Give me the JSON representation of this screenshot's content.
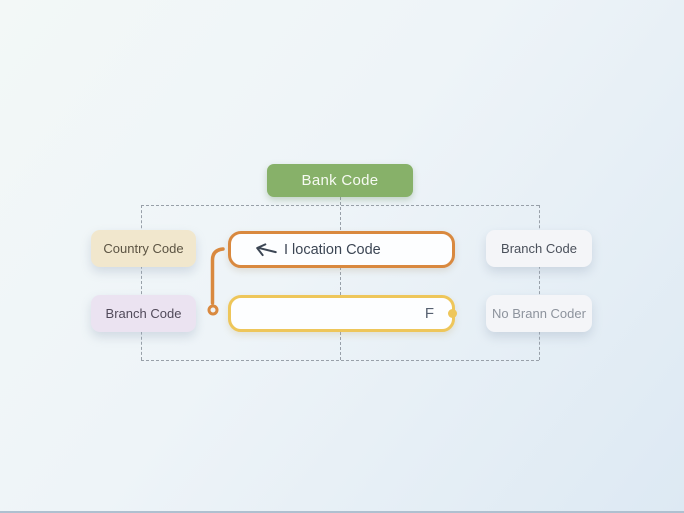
{
  "diagram": {
    "root": {
      "label": "Bank Code"
    },
    "left_column": {
      "country_code": {
        "label": "Country Code"
      },
      "branch_code": {
        "label": "Branch Code"
      }
    },
    "center_column": {
      "location_box": {
        "label": "I location Code",
        "icon": "return-left-arrow-icon"
      },
      "empty_box": {
        "label": "F"
      }
    },
    "right_column": {
      "branch_code": {
        "label": "Branch Code"
      },
      "no_branch_code": {
        "label": "No Brann Coder"
      }
    }
  },
  "colors": {
    "root_bg": "#87b169",
    "country_chip_bg": "#f1e7cd",
    "branch_left_chip_bg": "#ebe3f1",
    "right_chip_bg": "#f4f5f8",
    "location_border": "#d9893f",
    "empty_border": "#eec65a",
    "dashed_line": "#98a0a9",
    "background_start": "#f3f8f7",
    "background_end": "#dde9f3"
  }
}
